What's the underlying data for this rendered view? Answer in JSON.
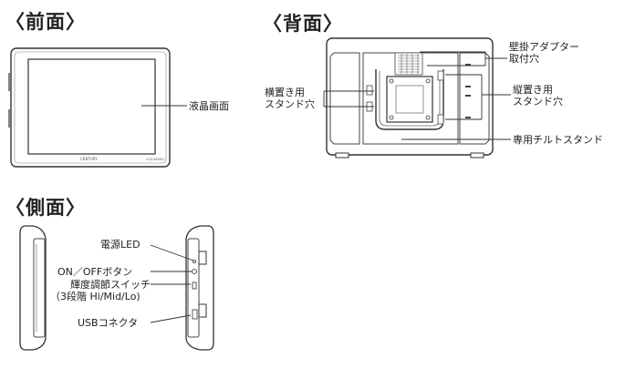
{
  "headings": {
    "front": "〈前面〉",
    "back": "〈背面〉",
    "side": "〈側面〉"
  },
  "front": {
    "screen_label": "液晶画面",
    "brand_text": "CENTURY",
    "model_text": "LCD-8000U"
  },
  "back": {
    "wall_adapter_holes_line1": "壁掛アダプター",
    "wall_adapter_holes_line2": "取付穴",
    "horizontal_stand_holes_line1": "横置き用",
    "horizontal_stand_holes_line2": "スタンド穴",
    "vertical_stand_holes_line1": "縦置き用",
    "vertical_stand_holes_line2": "スタンド穴",
    "tilt_stand_label": "専用チルトスタンド"
  },
  "side": {
    "power_led_label": "電源LED",
    "power_button_label": "ON／OFFボタン",
    "brightness_switch_line1": "輝度調節スイッチ",
    "brightness_switch_line2": "（3段階 Hi/Mid/Lo)",
    "usb_connector_label": "USBコネクタ"
  }
}
